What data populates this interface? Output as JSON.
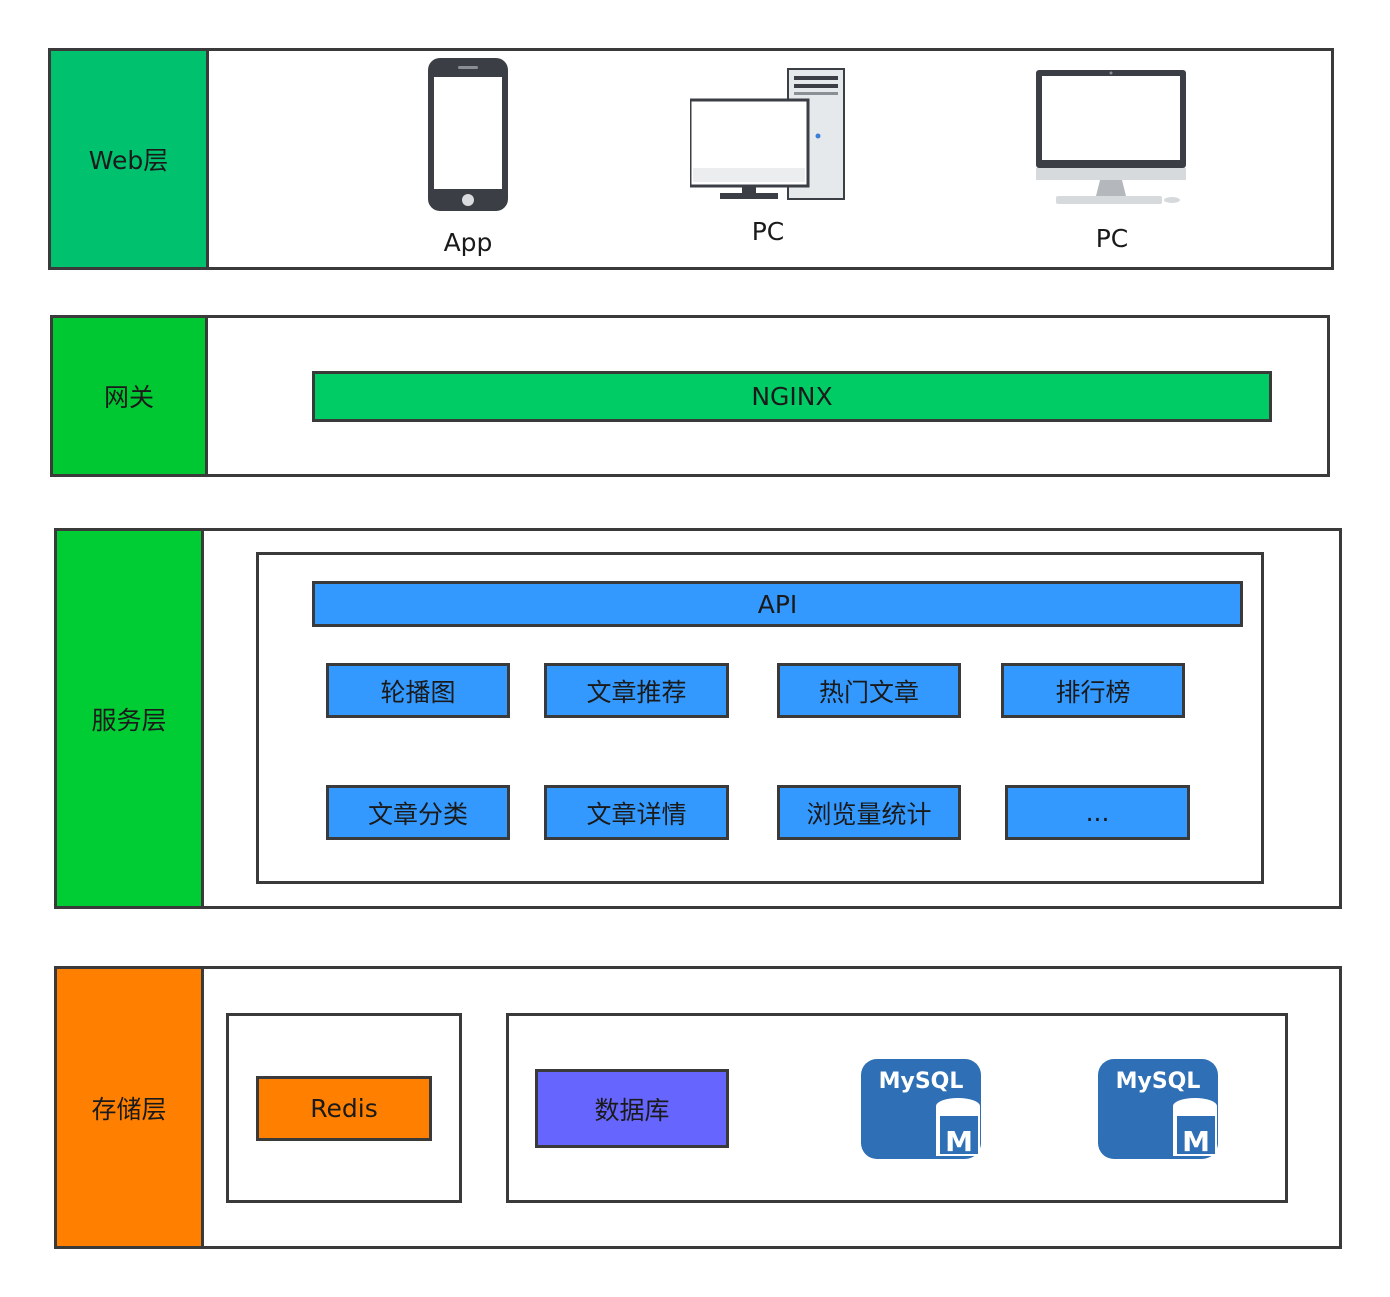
{
  "colors": {
    "web_label": "#00c16e",
    "gateway_label": "#00c832",
    "service_label": "#00cc33",
    "storage_label": "#ff8000",
    "nginx": "#00cc66",
    "service_box": "#3399ff",
    "redis": "#ff8000",
    "database": "#6666ff",
    "mysql": "#2f6fb5"
  },
  "web_layer": {
    "label": "Web层",
    "clients": [
      {
        "label": "App",
        "icon": "smartphone-icon"
      },
      {
        "label": "PC",
        "icon": "desktop-tower-icon"
      },
      {
        "label": "PC",
        "icon": "monitor-icon"
      }
    ]
  },
  "gateway_layer": {
    "label": "网关",
    "nginx_label": "NGINX"
  },
  "service_layer": {
    "label": "服务层",
    "api_label": "API",
    "services": [
      "轮播图",
      "文章推荐",
      "热门文章",
      "排行榜",
      "文章分类",
      "文章详情",
      "浏览量统计",
      "..."
    ]
  },
  "storage_layer": {
    "label": "存储层",
    "redis_label": "Redis",
    "database_label": "数据库",
    "mysql_icons": [
      {
        "text": "MySQL",
        "badge": "M",
        "icon": "mysql-icon"
      },
      {
        "text": "MySQL",
        "badge": "M",
        "icon": "mysql-icon"
      }
    ]
  }
}
